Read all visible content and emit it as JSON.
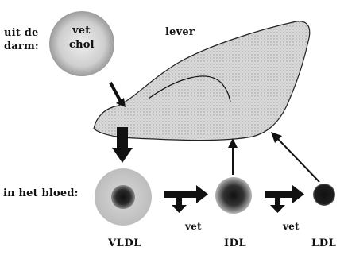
{
  "labels": {
    "source_line1": "uit de",
    "source_line2": "darm:",
    "fat": "vet",
    "cholesterol": "chol",
    "liver": "lever",
    "blood": "in het bloed:",
    "fat_released_1": "vet",
    "fat_released_2": "vet",
    "vldl": "VLDL",
    "idl": "IDL",
    "ldl": "LDL"
  },
  "colors": {
    "ink": "#111111",
    "liver_fill": "#d6d6d6",
    "particle_outer": "#c9c9c9",
    "particle_core": "#222222"
  }
}
